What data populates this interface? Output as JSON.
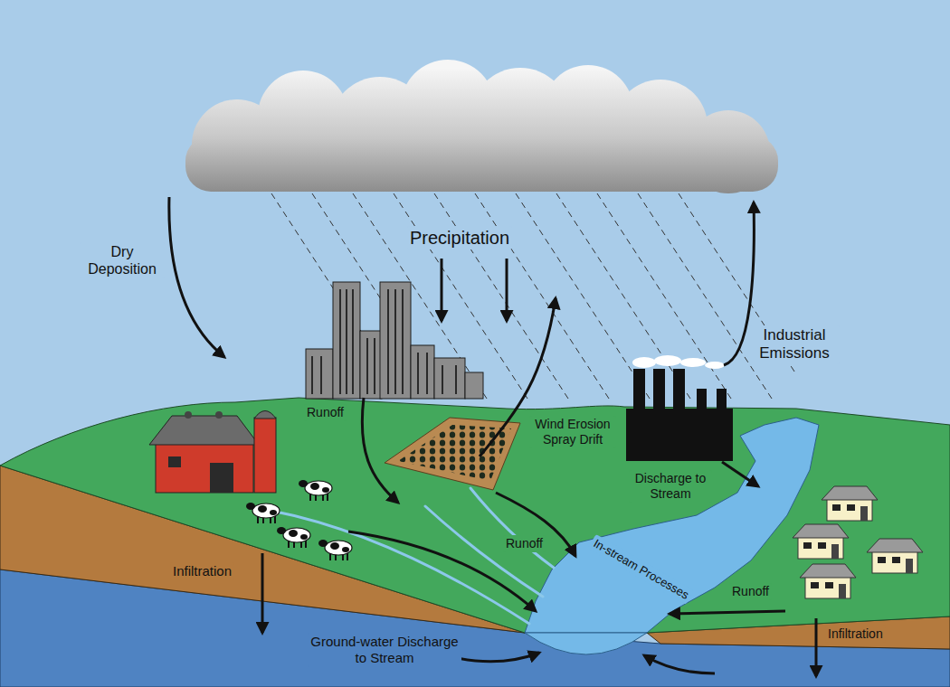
{
  "diagram": {
    "labels": [
      "Dry Deposition",
      "Precipitation",
      "Industrial Emissions",
      "Runoff",
      "Wind Erosion Spray Drift",
      "Discharge to Stream",
      "Runoff",
      "In-stream Processes",
      "Runoff",
      "Infiltration",
      "Infiltration",
      "Ground-water Discharge to Stream"
    ]
  }
}
